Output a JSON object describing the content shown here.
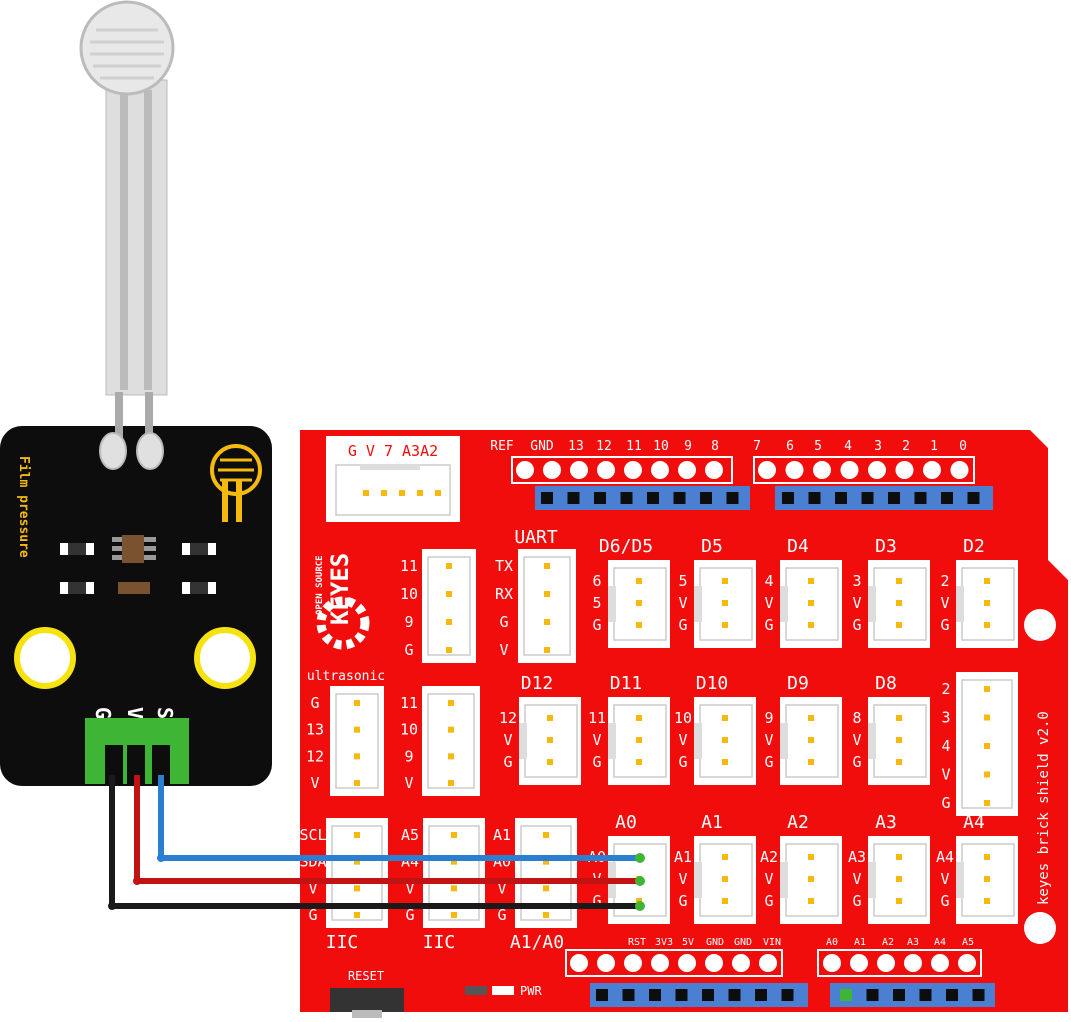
{
  "colors": {
    "shield_red": "#f20d0d",
    "module_black": "#0d0d0d",
    "header_blue": "#4a7fd1",
    "terminal_green": "#3fb536",
    "gold": "#f5b90f",
    "wire_blue": "#2b7fd1",
    "wire_red": "#c11313",
    "wire_black": "#1a1a1a"
  },
  "sensor": {
    "module_label": "Film pressure",
    "pin_g": "G",
    "pin_v": "V",
    "pin_s": "S"
  },
  "shield": {
    "logo_small": "OPEN SOURCE",
    "logo_big": "KEYES",
    "board_name": "keyes brick shield v2.0",
    "reset_label": "RESET",
    "pwr_label": "PWR",
    "top_left_connector": "G V 7 A3A2",
    "header_top_labels": [
      "REF",
      "GND",
      "13",
      "12",
      "11",
      "10",
      "9",
      "8"
    ],
    "header_top_right_labels": [
      "7",
      "6",
      "5",
      "4",
      "3",
      "2",
      "1",
      "0"
    ],
    "power_labels": [
      "RST",
      "3V3",
      "5V",
      "GND",
      "GND",
      "VIN"
    ],
    "analog_header_labels": [
      "A0",
      "A1",
      "A2",
      "A3",
      "A4",
      "A5"
    ],
    "uart_title": "UART",
    "uart_pins": [
      "TX",
      "RX",
      "G",
      "V"
    ],
    "left_conn1_pins": [
      "11",
      "10",
      "9",
      "G"
    ],
    "ultrasonic_title": "ultrasonic",
    "ultrasonic_pins": [
      "G",
      "13",
      "12",
      "V"
    ],
    "left_conn2_pins": [
      "11",
      "10",
      "9",
      "V"
    ],
    "row1_titles": [
      "D6/D5",
      "D5",
      "D4",
      "D3",
      "D2"
    ],
    "row1_pins": [
      [
        "6",
        "5",
        "G"
      ],
      [
        "5",
        "V",
        "G"
      ],
      [
        "4",
        "V",
        "G"
      ],
      [
        "3",
        "V",
        "G"
      ],
      [
        "2",
        "V",
        "G"
      ]
    ],
    "row2_titles": [
      "D12",
      "D11",
      "D10",
      "D9",
      "D8"
    ],
    "row2_pins": [
      [
        "12",
        "V",
        "G"
      ],
      [
        "11",
        "V",
        "G"
      ],
      [
        "10",
        "V",
        "G"
      ],
      [
        "9",
        "V",
        "G"
      ],
      [
        "8",
        "V",
        "G"
      ]
    ],
    "tall_conn_pins": [
      "2",
      "3",
      "4",
      "V",
      "G"
    ],
    "row3_titles": [
      "A0",
      "A1",
      "A2",
      "A3",
      "A4"
    ],
    "row3_pins": [
      [
        "A0",
        "V",
        "G"
      ],
      [
        "A1",
        "V",
        "G"
      ],
      [
        "A2",
        "V",
        "G"
      ],
      [
        "A3",
        "V",
        "G"
      ],
      [
        "A4",
        "V",
        "G"
      ]
    ],
    "bottom_left_pins": [
      [
        "SCL",
        "SDA",
        "V",
        "G"
      ],
      [
        "A5",
        "A4",
        "V",
        "G"
      ],
      [
        "A1",
        "A0",
        "V",
        "G"
      ]
    ],
    "bottom_left_titles": [
      "IIC",
      "IIC",
      "A1/A0"
    ]
  }
}
